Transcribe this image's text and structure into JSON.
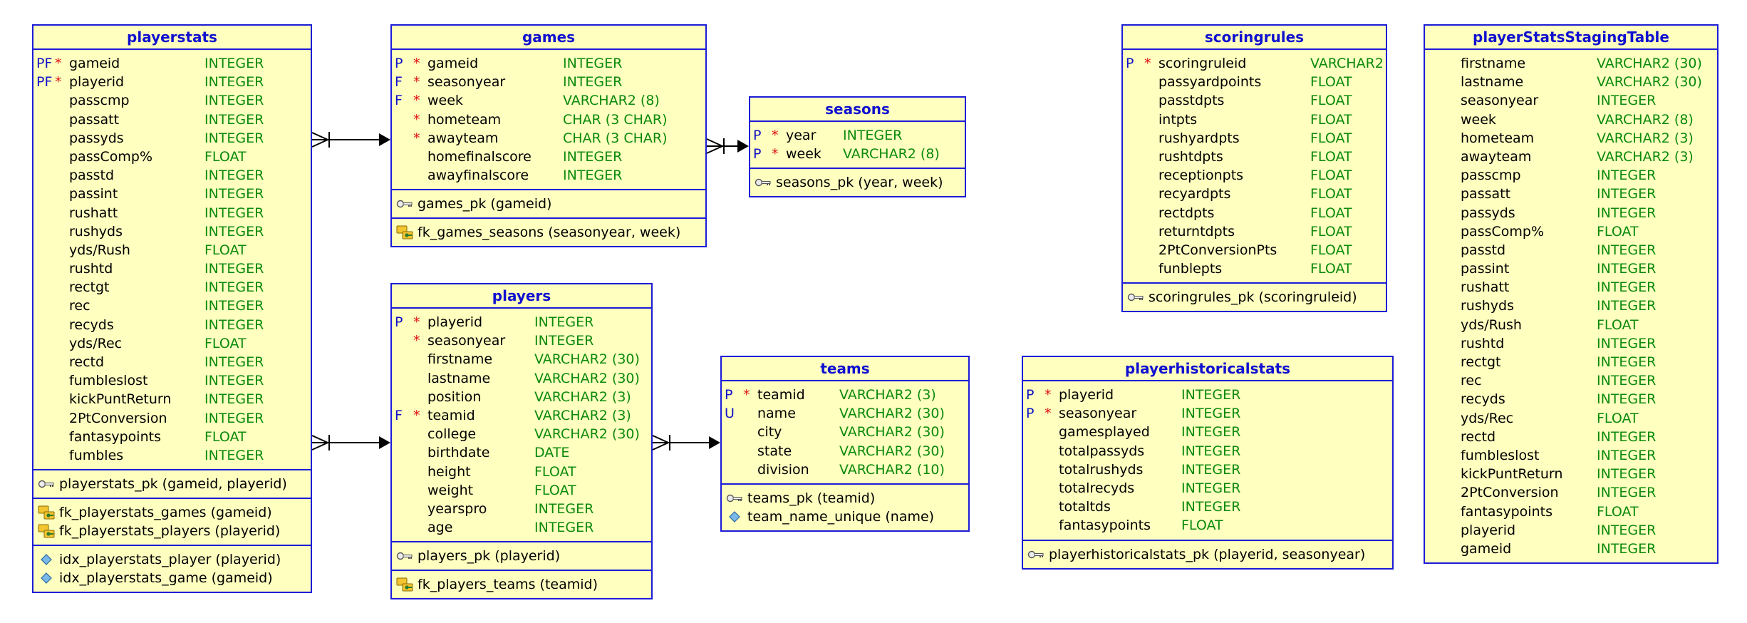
{
  "tables": {
    "playerstats": {
      "title": "playerstats",
      "columns": [
        {
          "key": "PF",
          "req": "*",
          "name": "gameid",
          "type": "INTEGER"
        },
        {
          "key": "PF",
          "req": "*",
          "name": "playerid",
          "type": "INTEGER"
        },
        {
          "key": "",
          "req": "",
          "name": "passcmp",
          "type": "INTEGER"
        },
        {
          "key": "",
          "req": "",
          "name": "passatt",
          "type": "INTEGER"
        },
        {
          "key": "",
          "req": "",
          "name": "passyds",
          "type": "INTEGER"
        },
        {
          "key": "",
          "req": "",
          "name": "passComp%",
          "type": "FLOAT"
        },
        {
          "key": "",
          "req": "",
          "name": "passtd",
          "type": "INTEGER"
        },
        {
          "key": "",
          "req": "",
          "name": "passint",
          "type": "INTEGER"
        },
        {
          "key": "",
          "req": "",
          "name": "rushatt",
          "type": "INTEGER"
        },
        {
          "key": "",
          "req": "",
          "name": "rushyds",
          "type": "INTEGER"
        },
        {
          "key": "",
          "req": "",
          "name": "yds/Rush",
          "type": "FLOAT"
        },
        {
          "key": "",
          "req": "",
          "name": "rushtd",
          "type": "INTEGER"
        },
        {
          "key": "",
          "req": "",
          "name": "rectgt",
          "type": "INTEGER"
        },
        {
          "key": "",
          "req": "",
          "name": "rec",
          "type": "INTEGER"
        },
        {
          "key": "",
          "req": "",
          "name": "recyds",
          "type": "INTEGER"
        },
        {
          "key": "",
          "req": "",
          "name": "yds/Rec",
          "type": "FLOAT"
        },
        {
          "key": "",
          "req": "",
          "name": "rectd",
          "type": "INTEGER"
        },
        {
          "key": "",
          "req": "",
          "name": "fumbleslost",
          "type": "INTEGER"
        },
        {
          "key": "",
          "req": "",
          "name": "kickPuntReturn",
          "type": "INTEGER"
        },
        {
          "key": "",
          "req": "",
          "name": "2PtConversion",
          "type": "INTEGER"
        },
        {
          "key": "",
          "req": "",
          "name": "fantasypoints",
          "type": "FLOAT"
        },
        {
          "key": "",
          "req": "",
          "name": "fumbles",
          "type": "INTEGER"
        }
      ],
      "sections": [
        [
          {
            "icon": "pk",
            "label": "playerstats_pk (gameid, playerid)"
          }
        ],
        [
          {
            "icon": "fk",
            "label": "fk_playerstats_games (gameid)"
          },
          {
            "icon": "fk",
            "label": "fk_playerstats_players (playerid)"
          }
        ],
        [
          {
            "icon": "idx",
            "label": "idx_playerstats_player (playerid)"
          },
          {
            "icon": "idx",
            "label": "idx_playerstats_game (gameid)"
          }
        ]
      ]
    },
    "games": {
      "title": "games",
      "columns": [
        {
          "key": "P",
          "req": "*",
          "name": "gameid",
          "type": "INTEGER"
        },
        {
          "key": "F",
          "req": "*",
          "name": "seasonyear",
          "type": "INTEGER"
        },
        {
          "key": "F",
          "req": "*",
          "name": "week",
          "type": "VARCHAR2 (8)"
        },
        {
          "key": "",
          "req": "*",
          "name": "hometeam",
          "type": "CHAR (3 CHAR)"
        },
        {
          "key": "",
          "req": "*",
          "name": "awayteam",
          "type": "CHAR (3 CHAR)"
        },
        {
          "key": "",
          "req": "",
          "name": "homefinalscore",
          "type": "INTEGER"
        },
        {
          "key": "",
          "req": "",
          "name": "awayfinalscore",
          "type": "INTEGER"
        }
      ],
      "sections": [
        [
          {
            "icon": "pk",
            "label": "games_pk (gameid)"
          }
        ],
        [
          {
            "icon": "fk",
            "label": "fk_games_seasons (seasonyear, week)"
          }
        ]
      ]
    },
    "seasons": {
      "title": "seasons",
      "columns": [
        {
          "key": "P",
          "req": "*",
          "name": "year",
          "type": "INTEGER"
        },
        {
          "key": "P",
          "req": "*",
          "name": "week",
          "type": "VARCHAR2 (8)"
        }
      ],
      "sections": [
        [
          {
            "icon": "pk",
            "label": "seasons_pk (year, week)"
          }
        ]
      ]
    },
    "players": {
      "title": "players",
      "columns": [
        {
          "key": "P",
          "req": "*",
          "name": "playerid",
          "type": "INTEGER"
        },
        {
          "key": "",
          "req": "*",
          "name": "seasonyear",
          "type": "INTEGER"
        },
        {
          "key": "",
          "req": "",
          "name": "firstname",
          "type": "VARCHAR2 (30)"
        },
        {
          "key": "",
          "req": "",
          "name": "lastname",
          "type": "VARCHAR2 (30)"
        },
        {
          "key": "",
          "req": "",
          "name": "position",
          "type": "VARCHAR2 (3)"
        },
        {
          "key": "F",
          "req": "*",
          "name": "teamid",
          "type": "VARCHAR2 (3)"
        },
        {
          "key": "",
          "req": "",
          "name": "college",
          "type": "VARCHAR2 (30)"
        },
        {
          "key": "",
          "req": "",
          "name": "birthdate",
          "type": "DATE"
        },
        {
          "key": "",
          "req": "",
          "name": "height",
          "type": "FLOAT"
        },
        {
          "key": "",
          "req": "",
          "name": "weight",
          "type": "FLOAT"
        },
        {
          "key": "",
          "req": "",
          "name": "yearspro",
          "type": "INTEGER"
        },
        {
          "key": "",
          "req": "",
          "name": "age",
          "type": "INTEGER"
        }
      ],
      "sections": [
        [
          {
            "icon": "pk",
            "label": "players_pk (playerid)"
          }
        ],
        [
          {
            "icon": "fk",
            "label": "fk_players_teams (teamid)"
          }
        ]
      ]
    },
    "teams": {
      "title": "teams",
      "columns": [
        {
          "key": "P",
          "req": "*",
          "name": "teamid",
          "type": "VARCHAR2 (3)"
        },
        {
          "key": "U",
          "req": "",
          "name": "name",
          "type": "VARCHAR2 (30)"
        },
        {
          "key": "",
          "req": "",
          "name": "city",
          "type": "VARCHAR2 (30)"
        },
        {
          "key": "",
          "req": "",
          "name": "state",
          "type": "VARCHAR2 (30)"
        },
        {
          "key": "",
          "req": "",
          "name": "division",
          "type": "VARCHAR2 (10)"
        }
      ],
      "sections": [
        [
          {
            "icon": "pk",
            "label": "teams_pk (teamid)"
          },
          {
            "icon": "idx",
            "label": "team_name_unique (name)"
          }
        ]
      ]
    },
    "scoringrules": {
      "title": "scoringrules",
      "columns": [
        {
          "key": "P",
          "req": "*",
          "name": "scoringruleid",
          "type": "VARCHAR2"
        },
        {
          "key": "",
          "req": "",
          "name": "passyardpoints",
          "type": "FLOAT"
        },
        {
          "key": "",
          "req": "",
          "name": "passtdpts",
          "type": "FLOAT"
        },
        {
          "key": "",
          "req": "",
          "name": "intpts",
          "type": "FLOAT"
        },
        {
          "key": "",
          "req": "",
          "name": "rushyardpts",
          "type": "FLOAT"
        },
        {
          "key": "",
          "req": "",
          "name": "rushtdpts",
          "type": "FLOAT"
        },
        {
          "key": "",
          "req": "",
          "name": "receptionpts",
          "type": "FLOAT"
        },
        {
          "key": "",
          "req": "",
          "name": "recyardpts",
          "type": "FLOAT"
        },
        {
          "key": "",
          "req": "",
          "name": "rectdpts",
          "type": "FLOAT"
        },
        {
          "key": "",
          "req": "",
          "name": "returntdpts",
          "type": "FLOAT"
        },
        {
          "key": "",
          "req": "",
          "name": "2PtConversionPts",
          "type": "FLOAT"
        },
        {
          "key": "",
          "req": "",
          "name": "funblepts",
          "type": "FLOAT"
        }
      ],
      "sections": [
        [
          {
            "icon": "pk",
            "label": "scoringrules_pk (scoringruleid)"
          }
        ]
      ]
    },
    "playerhistoricalstats": {
      "title": "playerhistoricalstats",
      "columns": [
        {
          "key": "P",
          "req": "*",
          "name": "playerid",
          "type": "INTEGER"
        },
        {
          "key": "P",
          "req": "*",
          "name": "seasonyear",
          "type": "INTEGER"
        },
        {
          "key": "",
          "req": "",
          "name": "gamesplayed",
          "type": "INTEGER"
        },
        {
          "key": "",
          "req": "",
          "name": "totalpassyds",
          "type": "INTEGER"
        },
        {
          "key": "",
          "req": "",
          "name": "totalrushyds",
          "type": "INTEGER"
        },
        {
          "key": "",
          "req": "",
          "name": "totalrecyds",
          "type": "INTEGER"
        },
        {
          "key": "",
          "req": "",
          "name": "totaltds",
          "type": "INTEGER"
        },
        {
          "key": "",
          "req": "",
          "name": "fantasypoints",
          "type": "FLOAT"
        }
      ],
      "sections": [
        [
          {
            "icon": "pk",
            "label": "playerhistoricalstats_pk (playerid, seasonyear)"
          }
        ]
      ]
    },
    "staging": {
      "title": "playerStatsStagingTable",
      "columns": [
        {
          "key": "",
          "req": "",
          "name": "firstname",
          "type": "VARCHAR2 (30)"
        },
        {
          "key": "",
          "req": "",
          "name": "lastname",
          "type": "VARCHAR2 (30)"
        },
        {
          "key": "",
          "req": "",
          "name": "seasonyear",
          "type": "INTEGER"
        },
        {
          "key": "",
          "req": "",
          "name": "week",
          "type": "VARCHAR2 (8)"
        },
        {
          "key": "",
          "req": "",
          "name": "hometeam",
          "type": "VARCHAR2 (3)"
        },
        {
          "key": "",
          "req": "",
          "name": "awayteam",
          "type": "VARCHAR2 (3)"
        },
        {
          "key": "",
          "req": "",
          "name": "passcmp",
          "type": "INTEGER"
        },
        {
          "key": "",
          "req": "",
          "name": "passatt",
          "type": "INTEGER"
        },
        {
          "key": "",
          "req": "",
          "name": "passyds",
          "type": "INTEGER"
        },
        {
          "key": "",
          "req": "",
          "name": "passComp%",
          "type": "FLOAT"
        },
        {
          "key": "",
          "req": "",
          "name": "passtd",
          "type": "INTEGER"
        },
        {
          "key": "",
          "req": "",
          "name": "passint",
          "type": "INTEGER"
        },
        {
          "key": "",
          "req": "",
          "name": "rushatt",
          "type": "INTEGER"
        },
        {
          "key": "",
          "req": "",
          "name": "rushyds",
          "type": "INTEGER"
        },
        {
          "key": "",
          "req": "",
          "name": "yds/Rush",
          "type": "FLOAT"
        },
        {
          "key": "",
          "req": "",
          "name": "rushtd",
          "type": "INTEGER"
        },
        {
          "key": "",
          "req": "",
          "name": "rectgt",
          "type": "INTEGER"
        },
        {
          "key": "",
          "req": "",
          "name": "rec",
          "type": "INTEGER"
        },
        {
          "key": "",
          "req": "",
          "name": "recyds",
          "type": "INTEGER"
        },
        {
          "key": "",
          "req": "",
          "name": "yds/Rec",
          "type": "FLOAT"
        },
        {
          "key": "",
          "req": "",
          "name": "rectd",
          "type": "INTEGER"
        },
        {
          "key": "",
          "req": "",
          "name": "fumbleslost",
          "type": "INTEGER"
        },
        {
          "key": "",
          "req": "",
          "name": "kickPuntReturn",
          "type": "INTEGER"
        },
        {
          "key": "",
          "req": "",
          "name": "2PtConversion",
          "type": "INTEGER"
        },
        {
          "key": "",
          "req": "",
          "name": "fantasypoints",
          "type": "FLOAT"
        },
        {
          "key": "",
          "req": "",
          "name": "playerid",
          "type": "INTEGER"
        },
        {
          "key": "",
          "req": "",
          "name": "gameid",
          "type": "INTEGER"
        }
      ],
      "sections": []
    }
  },
  "relationships": [
    {
      "from": "playerstats",
      "to": "games"
    },
    {
      "from": "playerstats",
      "to": "players"
    },
    {
      "from": "games",
      "to": "seasons"
    },
    {
      "from": "players",
      "to": "teams"
    }
  ],
  "colors": {
    "table_bg": "#ffffc0",
    "border": "#1c1cd8",
    "title": "#1010d0",
    "type": "#0b8a0b",
    "required": "#e01010",
    "key": "#1010c8"
  }
}
